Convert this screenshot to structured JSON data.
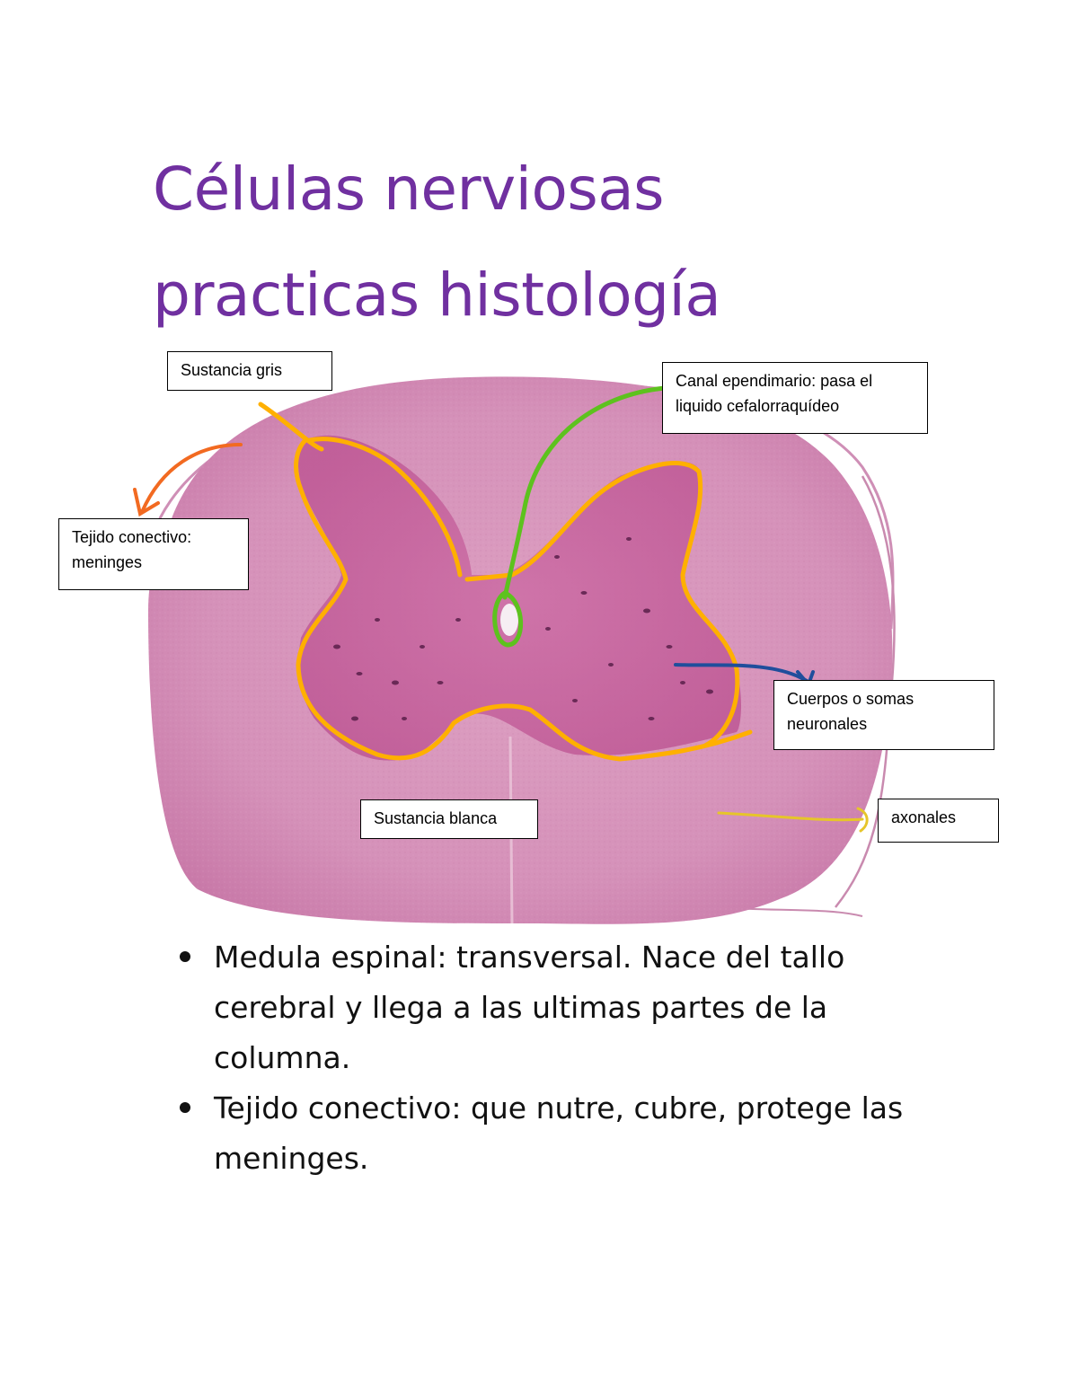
{
  "title": {
    "line1": "Células nerviosas",
    "line2": "practicas histología"
  },
  "labels": {
    "sustancia_gris": "Sustancia gris",
    "canal_ependimario": "Canal ependimario: pasa el liquido cefalorraquídeo",
    "tejido_conectivo": "Tejido conectivo: meninges",
    "cuerpos_somas": "Cuerpos o somas neuronales",
    "sustancia_blanca": "Sustancia blanca",
    "axonales": "axonales"
  },
  "bullets": [
    "Medula espinal: transversal. Nace del tallo cerebral y llega a las ultimas partes de la columna.",
    "Tejido conectivo: que nutre, cubre, protege las meninges."
  ],
  "colors": {
    "title": "#7030a0",
    "gray_matter_outline": "#ffb000",
    "canal_arrow": "#5dc21e",
    "meninges_arrow": "#f26a21",
    "soma_arrow": "#1f4e9c",
    "axon_arrow": "#e6c52a",
    "tissue_pink": "#d98bb6"
  }
}
